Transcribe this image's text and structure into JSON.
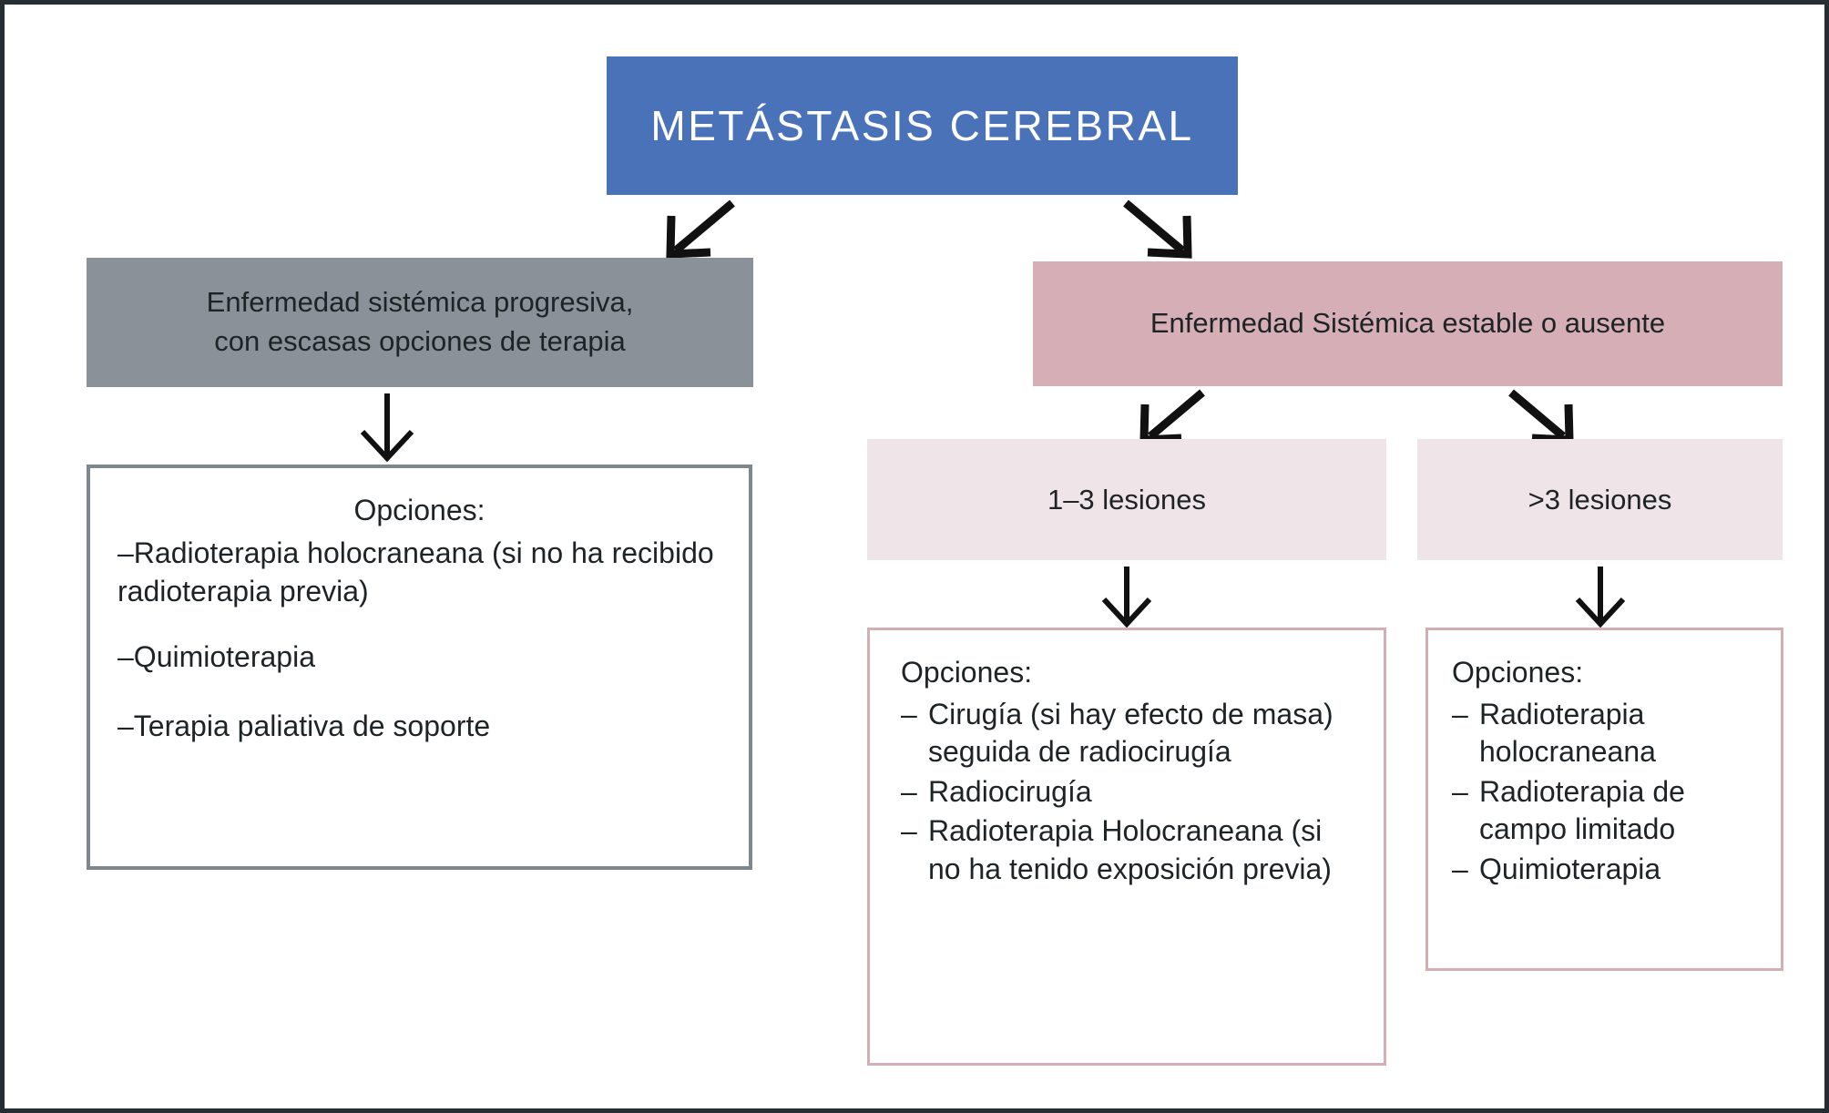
{
  "diagram": {
    "root": {
      "label": "METÁSTASIS CEREBRAL",
      "color": "#4A72B8"
    },
    "branch_left": {
      "header": "Enfermedad sistémica progresiva, con escasas opciones de terapia",
      "header_line1": "Enfermedad sistémica progresiva,",
      "header_line2": "con escasas opciones de terapia",
      "color": "#8A9199",
      "options": {
        "title": "Opciones:",
        "items": [
          "–Radioterapia holocraneana (si no ha recibido radioterapia previa)",
          "–Quimioterapia",
          "–Terapia paliativa de soporte"
        ],
        "border_color": "#7F878E"
      }
    },
    "branch_right": {
      "header": "Enfermedad Sistémica estable o ausente",
      "color": "#D5AFB5",
      "subbranches": [
        {
          "label": "1–3 lesiones",
          "box_color": "#EFE4E7",
          "options": {
            "title": "Opciones:",
            "dash": "–",
            "items": [
              "Cirugía (si hay efecto de masa) seguida de radiocirugía",
              "Radiocirugía",
              "Radioterapia Holocraneana (si no ha tenido exposición previa)"
            ],
            "border_color": "#D3AEB5"
          }
        },
        {
          "label": ">3 lesiones",
          "box_color": "#EFE4E7",
          "options": {
            "title": "Opciones:",
            "dash": "–",
            "items": [
              "Radioterapia holocraneana",
              "Radioterapia de campo limitado",
              "Quimioterapia"
            ],
            "border_color": "#D3AEB5"
          }
        }
      ]
    },
    "arrows": {
      "color": "#111111",
      "names": [
        "root-to-left-branch",
        "root-to-right-branch",
        "gray-header-to-options",
        "pink-header-to-lesions-1-3",
        "pink-header-to-lesions-gt3",
        "lesions-1-3-to-options",
        "lesions-gt3-to-options"
      ]
    },
    "frame_color": "#262E33"
  }
}
